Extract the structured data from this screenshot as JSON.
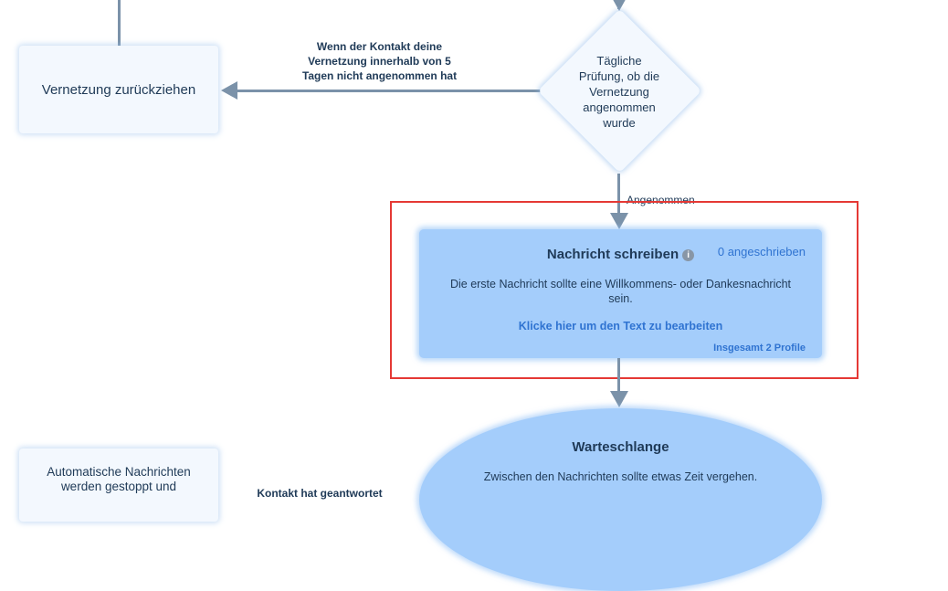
{
  "withdraw_node": {
    "label": "Vernetzung zurückziehen"
  },
  "condition_label": {
    "line1": "Wenn der Kontakt deine",
    "line2": "Vernetzung innerhalb von 5",
    "line3": "Tagen nicht angenommen hat"
  },
  "decision_node": {
    "line1": "Tägliche",
    "line2": "Prüfung, ob die",
    "line3": "Vernetzung",
    "line4": "angenommen",
    "line5": "wurde"
  },
  "accepted_label": "Angenommen",
  "message_card": {
    "title": "Nachricht schreiben",
    "info_icon": "i",
    "count": "0 angeschrieben",
    "description_line1": "Die erste Nachricht sollte eine Willkommens- oder Dankesnachricht",
    "description_line2": "sein.",
    "edit_link": "Klicke hier um den Text zu bearbeiten",
    "total": "Insgesamt 2 Profile"
  },
  "queue_node": {
    "title": "Warteschlange",
    "description": "Zwischen den Nachrichten sollte etwas Zeit vergehen."
  },
  "stopped_node": {
    "line1": "Automatische Nachrichten",
    "line2": "werden gestoppt und"
  },
  "replied_label": "Kontakt hat geantwortet",
  "colors": {
    "connector": "#7b92a9",
    "card_fill": "#a4cdfb",
    "light_fill": "#f3f8fe",
    "accent_link": "#2f73d1",
    "highlight": "#e53935"
  }
}
